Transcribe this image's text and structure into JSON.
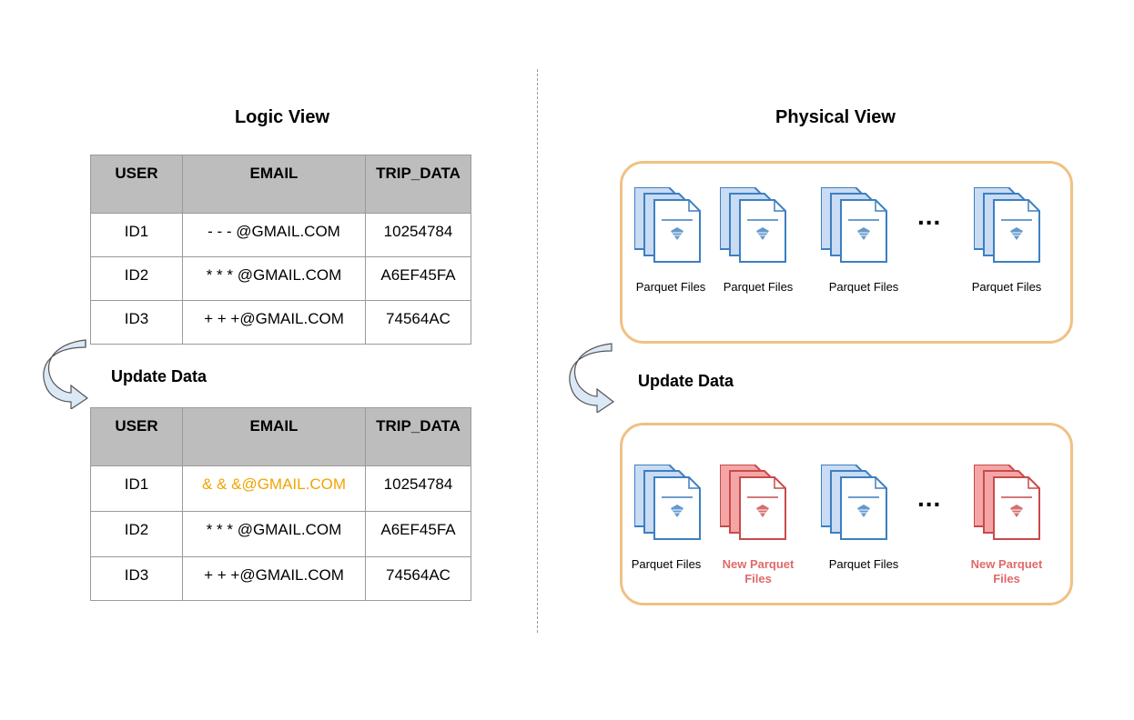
{
  "logic_view": {
    "title": "Logic View",
    "columns": [
      "USER",
      "EMAIL",
      "TRIP_DATA"
    ],
    "before_rows": [
      [
        "ID1",
        "- - - @GMAIL.COM",
        "10254784"
      ],
      [
        "ID2",
        "* * * @GMAIL.COM",
        "A6EF45FA"
      ],
      [
        "ID3",
        "+ + +@GMAIL.COM",
        "74564AC"
      ]
    ],
    "update_label": "Update Data",
    "after_rows": [
      [
        "ID1",
        "& & &@GMAIL.COM",
        "10254784"
      ],
      [
        "ID2",
        "* * * @GMAIL.COM",
        "A6EF45FA"
      ],
      [
        "ID3",
        "+ + +@GMAIL.COM",
        "74564AC"
      ]
    ],
    "highlight_color": "#f0a500"
  },
  "physical_view": {
    "title": "Physical View",
    "update_label": "Update Data",
    "ellipsis": "...",
    "before_files": [
      {
        "label": "Parquet Files",
        "kind": "existing"
      },
      {
        "label": "Parquet Files",
        "kind": "existing"
      },
      {
        "label": "Parquet Files",
        "kind": "existing"
      },
      {
        "label": "Parquet Files",
        "kind": "existing"
      }
    ],
    "after_files": [
      {
        "label": "Parquet Files",
        "kind": "existing"
      },
      {
        "label": "New Parquet Files",
        "kind": "new"
      },
      {
        "label": "Parquet Files",
        "kind": "existing"
      },
      {
        "label": "New Parquet Files",
        "kind": "new"
      }
    ],
    "colors": {
      "existing_file_fill": "#c9dcf3",
      "existing_file_stroke": "#3d7fc1",
      "new_file_fill": "#f4a6a6",
      "new_file_stroke": "#c94a4a",
      "box_border": "#f0c183",
      "new_label": "#e06a6a"
    }
  }
}
